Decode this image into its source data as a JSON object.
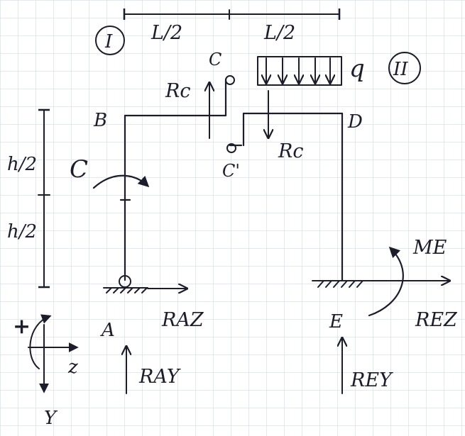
{
  "labels": {
    "panel_one": "I",
    "panel_two": "II",
    "half_span_left": "L/2",
    "half_span_right": "L/2",
    "half_height_upper": "h/2",
    "half_height_lower": "h/2",
    "node_a": "A",
    "node_b": "B",
    "node_c": "C",
    "node_c_prime": "C'",
    "node_d": "D",
    "node_e": "E",
    "load_q": "q",
    "couple_c": "C",
    "reaction_c_left": "Rc",
    "reaction_c_right": "Rc",
    "reaction_az": "RAZ",
    "reaction_ay": "RAY",
    "reaction_ez": "REZ",
    "reaction_ey": "REY",
    "moment_e": "ME",
    "sign_plus": "+",
    "axis_z": "z",
    "axis_y": "Y"
  },
  "colors": {
    "ink": "#1c1c2a",
    "grid": "#c9d3dd",
    "paper": "#ffffff"
  }
}
